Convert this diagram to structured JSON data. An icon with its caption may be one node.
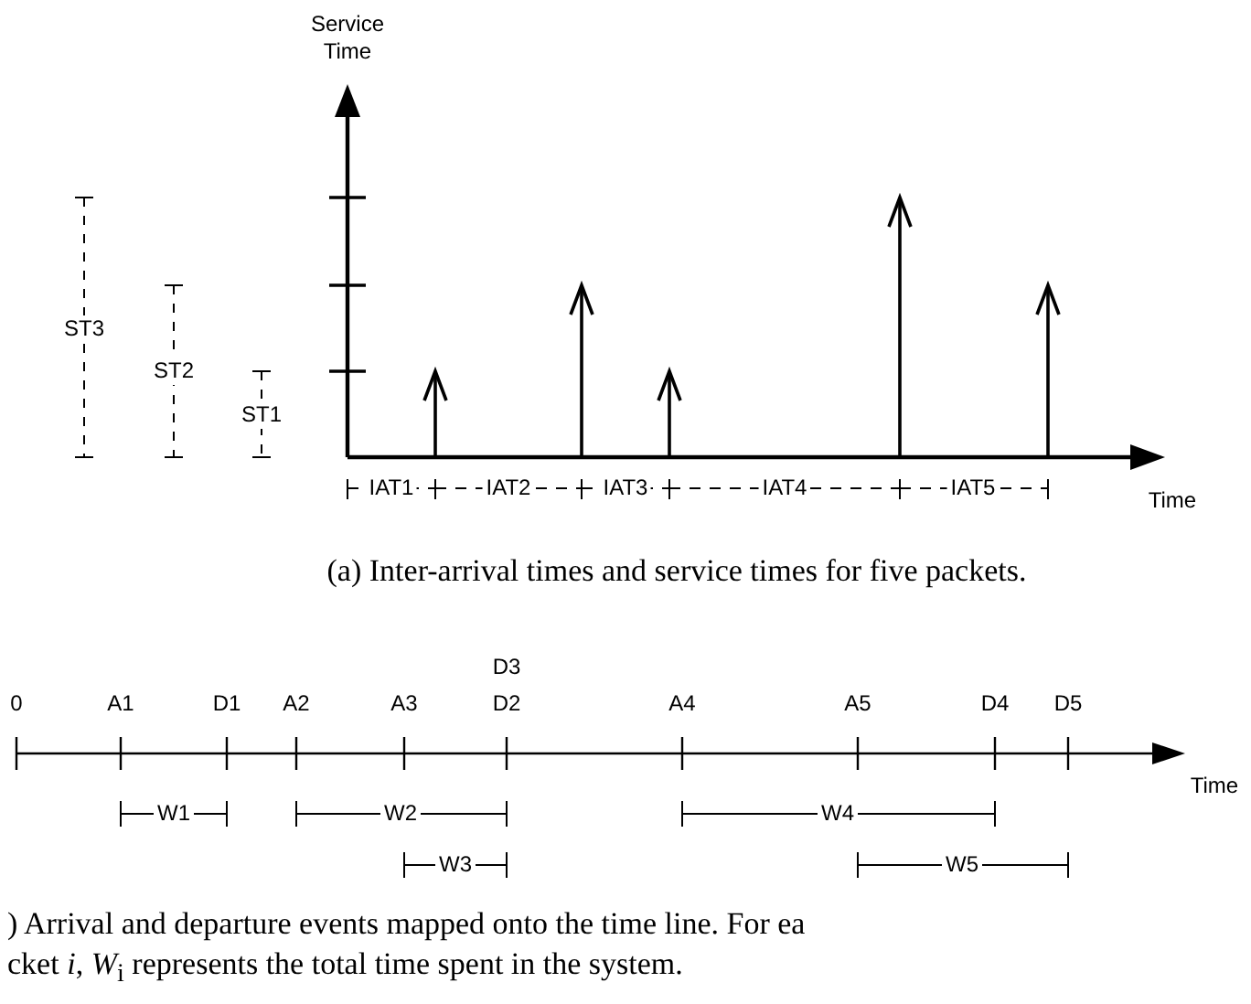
{
  "diagram": {
    "labels": [
      "Service Time",
      "ST3",
      "ST2",
      "ST1",
      "IAT1",
      "IAT2",
      "IAT3",
      "IAT4",
      "IAT5",
      "Time",
      "(a) Inter-arrival times and service times for five packets.",
      "D3",
      "0",
      "A1",
      "D1",
      "A2",
      "A3",
      "D2",
      "A4",
      "A5",
      "D4",
      "D5",
      "Time",
      "W1",
      "W2",
      "W4",
      "W3",
      "W5",
      ") Arrival and departure events mapped onto the time line. For ea",
      "cket *i*, *W*$_{i}$ represents the total time spent in the system."
    ]
  }
}
